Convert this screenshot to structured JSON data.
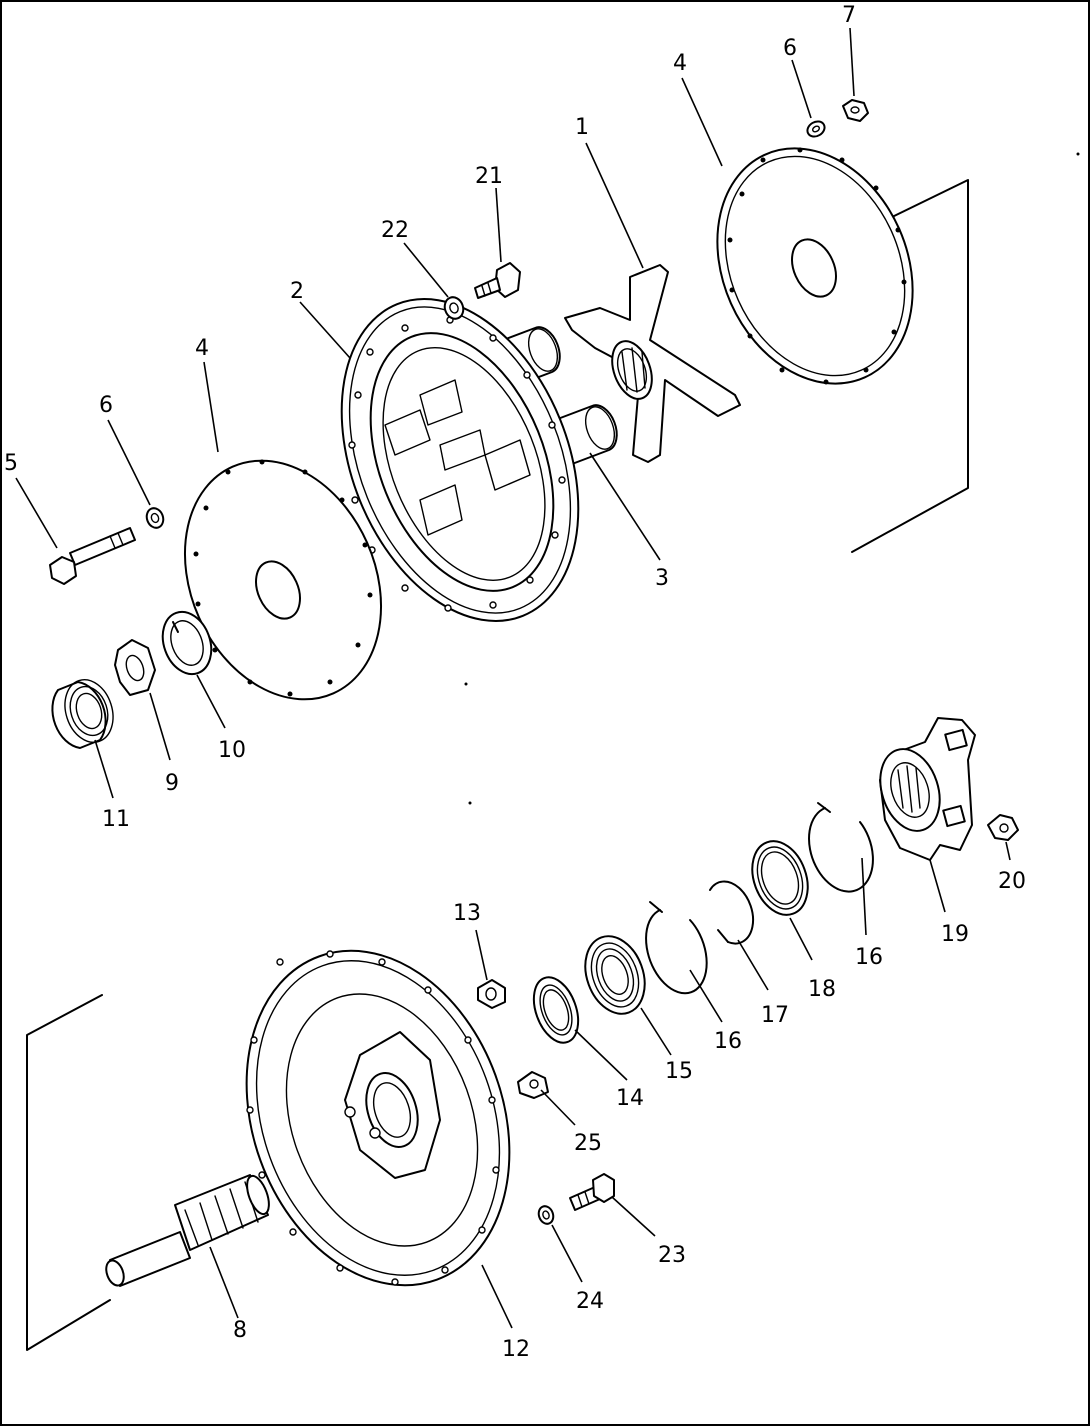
{
  "callouts": [
    {
      "id": "1",
      "label": "1"
    },
    {
      "id": "2",
      "label": "2"
    },
    {
      "id": "3",
      "label": "3"
    },
    {
      "id": "4a",
      "label": "4"
    },
    {
      "id": "4b",
      "label": "4"
    },
    {
      "id": "5",
      "label": "5"
    },
    {
      "id": "6a",
      "label": "6"
    },
    {
      "id": "6b",
      "label": "6"
    },
    {
      "id": "7",
      "label": "7"
    },
    {
      "id": "8",
      "label": "8"
    },
    {
      "id": "9",
      "label": "9"
    },
    {
      "id": "10",
      "label": "10"
    },
    {
      "id": "11",
      "label": "11"
    },
    {
      "id": "12",
      "label": "12"
    },
    {
      "id": "13",
      "label": "13"
    },
    {
      "id": "14",
      "label": "14"
    },
    {
      "id": "15",
      "label": "15"
    },
    {
      "id": "16a",
      "label": "16"
    },
    {
      "id": "16b",
      "label": "16"
    },
    {
      "id": "17",
      "label": "17"
    },
    {
      "id": "18",
      "label": "18"
    },
    {
      "id": "19",
      "label": "19"
    },
    {
      "id": "20",
      "label": "20"
    },
    {
      "id": "21",
      "label": "21"
    },
    {
      "id": "22",
      "label": "22"
    },
    {
      "id": "23",
      "label": "23"
    },
    {
      "id": "24",
      "label": "24"
    },
    {
      "id": "25",
      "label": "25"
    }
  ]
}
